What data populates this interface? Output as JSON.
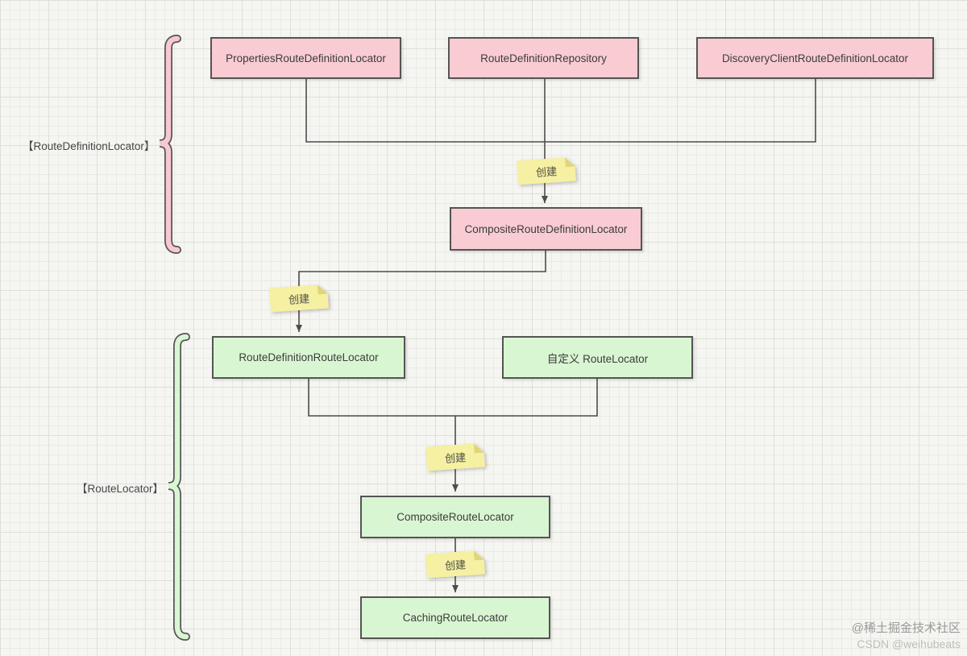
{
  "diagram": {
    "groups": {
      "route_definition_locator": {
        "label": "【RouteDefinitionLocator】"
      },
      "route_locator": {
        "label": "【RouteLocator】"
      }
    },
    "nodes": {
      "properties": {
        "label": "PropertiesRouteDefinitionLocator"
      },
      "repository": {
        "label": "RouteDefinitionRepository"
      },
      "discovery": {
        "label": "DiscoveryClientRouteDefinitionLocator"
      },
      "composite_definition": {
        "label": "CompositeRouteDefinitionLocator"
      },
      "definition_route": {
        "label": "RouteDefinitionRouteLocator"
      },
      "custom": {
        "label": "自定义 RouteLocator"
      },
      "composite_route": {
        "label": "CompositeRouteLocator"
      },
      "caching": {
        "label": "CachingRouteLocator"
      }
    },
    "note_label": "创建",
    "colors": {
      "pink_fill": "#f8ccd2",
      "green_fill": "#d9f6d2",
      "yellow_fill": "#f6f0a2",
      "line": "#4d4d4d"
    },
    "watermark": {
      "line1": "@稀土掘金技术社区",
      "line2": "CSDN @weihubeats"
    }
  }
}
